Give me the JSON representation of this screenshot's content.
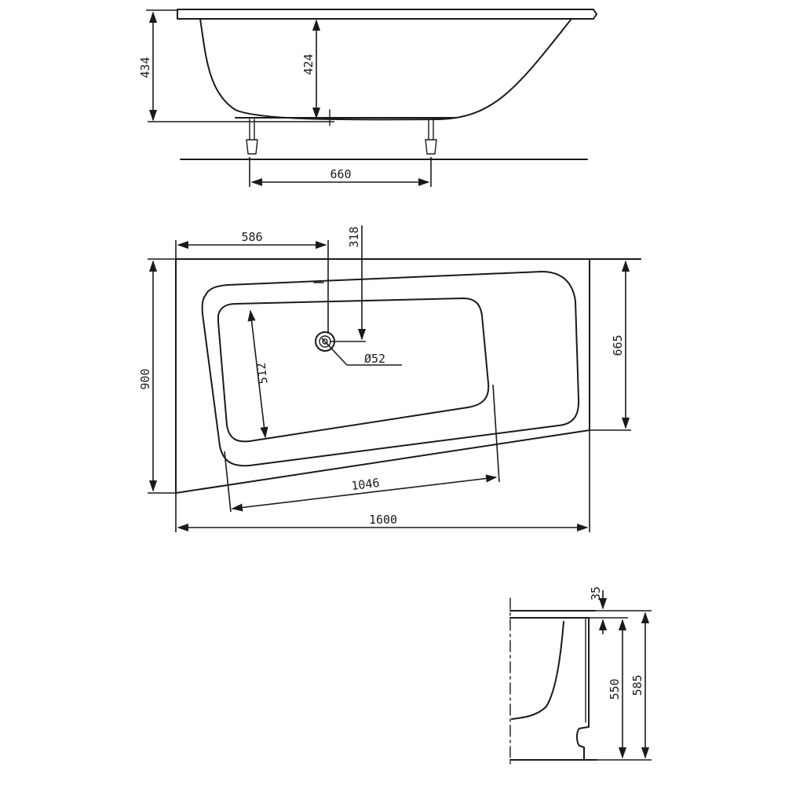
{
  "drawing": {
    "side_view": {
      "total_height": "434",
      "inner_depth": "424",
      "leg_spacing": "660"
    },
    "top_view": {
      "drain_offset_x": "586",
      "drain_offset_y": "318",
      "drain_diameter": "Ø52",
      "basin_width": "512",
      "total_depth": "900",
      "narrow_depth": "665",
      "basin_length": "1046",
      "total_length": "1600"
    },
    "section_view": {
      "rim_thickness": "35",
      "panel_height": "550",
      "overall_height": "585"
    }
  }
}
